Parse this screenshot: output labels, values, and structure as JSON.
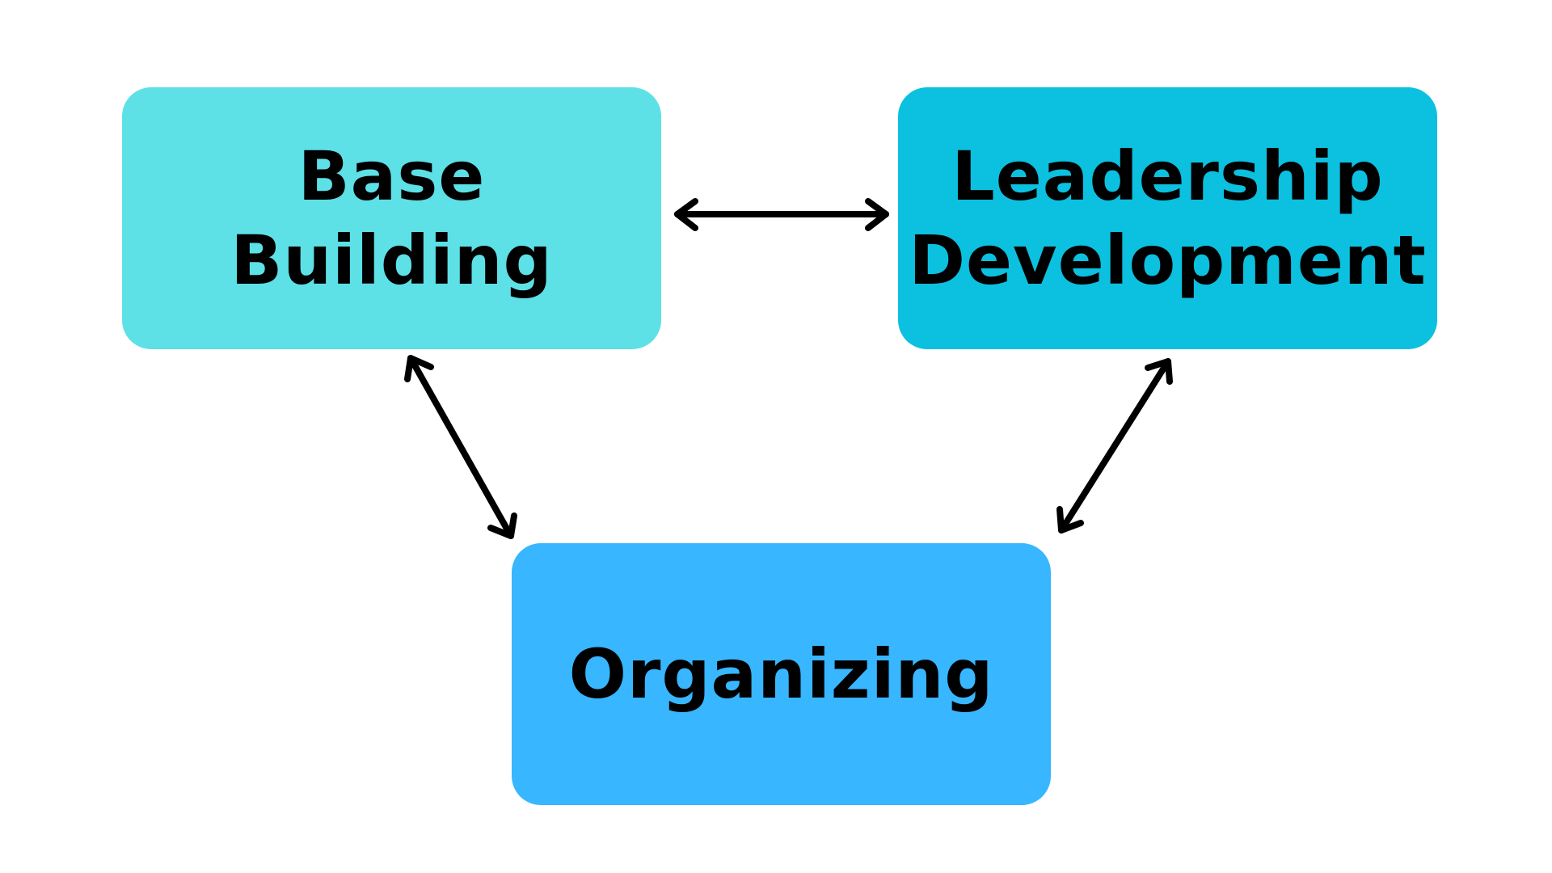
{
  "diagram": {
    "nodes": [
      {
        "id": "base-building",
        "lines": [
          "Base",
          "Building"
        ],
        "color": "#5de0e6"
      },
      {
        "id": "leadership-development",
        "lines": [
          "Leadership",
          "Development"
        ],
        "color": "#0cc0df"
      },
      {
        "id": "organizing",
        "lines": [
          "Organizing"
        ],
        "color": "#38b6ff"
      }
    ],
    "edges": [
      {
        "from": "base-building",
        "to": "leadership-development",
        "direction": "both"
      },
      {
        "from": "base-building",
        "to": "organizing",
        "direction": "both"
      },
      {
        "from": "leadership-development",
        "to": "organizing",
        "direction": "both"
      }
    ],
    "text_color": "#000000",
    "arrow_color": "#000000",
    "background": "#ffffff"
  }
}
